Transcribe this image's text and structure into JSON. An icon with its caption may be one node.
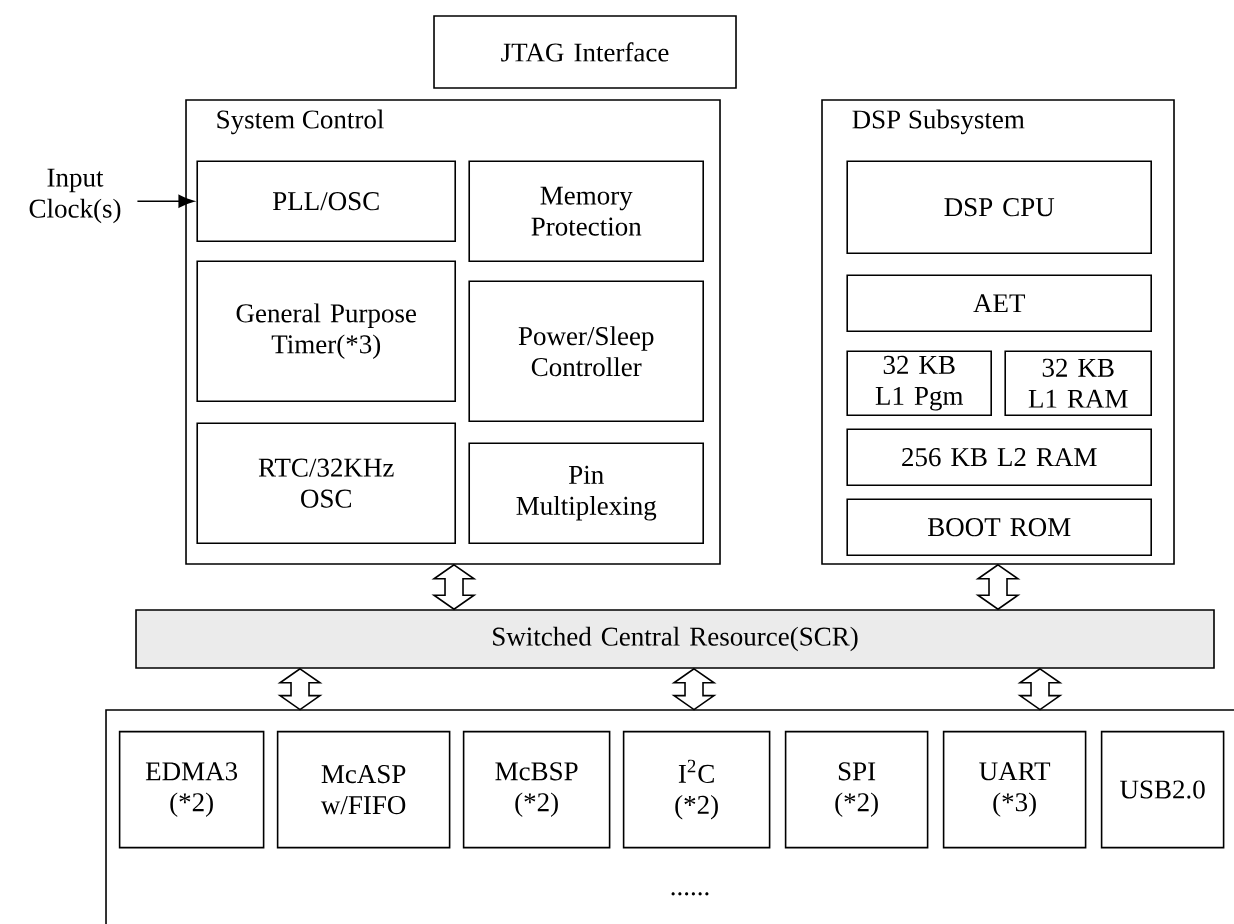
{
  "diagram": {
    "nodes": [
      {
        "text": [
          "JTAG Interface"
        ]
      },
      {
        "text": [
          "System Control"
        ]
      },
      {
        "text": [
          "PLL/OSC"
        ],
        "in": 1
      },
      {
        "text": [
          "Memory Protection"
        ],
        "in": 1
      },
      {
        "text": [
          "General Purpose Timer(*3)"
        ],
        "in": 1
      },
      {
        "text": [
          "Power/Sleep Controller"
        ],
        "in": 1
      },
      {
        "text": [
          "RTC/32KHz OSC"
        ],
        "in": 1
      },
      {
        "text": [
          "Pin Multiplexing"
        ],
        "in": 1
      },
      {
        "text": [
          "Input Clock(s)"
        ]
      },
      {
        "text": [
          "DSP Subsystem"
        ]
      },
      {
        "text": [
          "DSP CPU"
        ],
        "in": 9
      },
      {
        "text": [
          "AET"
        ],
        "in": 9
      },
      {
        "text": [
          "32 KB L1 Pgm"
        ],
        "in": 9
      },
      {
        "text": [
          "32 KB L1 RAM"
        ],
        "in": 9
      },
      {
        "text": [
          "256 KB L2 RAM"
        ],
        "in": 9
      },
      {
        "text": [
          "BOOT ROM"
        ],
        "in": 9
      },
      {
        "text": [
          "Switched Central Resource(SCR)"
        ]
      },
      {
        "text": [
          "......"
        ]
      },
      {
        "text": [
          "EDMA3 (*2)"
        ],
        "in": 17
      },
      {
        "text": [
          "McASP w/FIFO"
        ],
        "in": 17
      },
      {
        "text": [
          "McBSP (*2)"
        ],
        "in": 17
      },
      {
        "text": [
          "I$^{2}$C (*2)"
        ],
        "in": 17
      },
      {
        "text": [
          "SPI (*2)"
        ],
        "in": 17
      },
      {
        "text": [
          "UART (*3)"
        ],
        "in": 17
      },
      {
        "text": [
          "USB2.0"
        ],
        "in": 17
      }
    ],
    "edges": [
      {
        "from": 8,
        "to": 2,
        "arrow": "to"
      },
      {
        "from": 1,
        "to": 16,
        "arrow": "both",
        "style": "thick"
      },
      {
        "from": 9,
        "to": 16,
        "arrow": "both",
        "style": "thick"
      },
      {
        "from": 16,
        "to": 17,
        "arrow": "both",
        "style": "thick"
      },
      {
        "from": 16,
        "to": 17,
        "arrow": "both",
        "style": "thick"
      },
      {
        "from": 16,
        "to": 17,
        "arrow": "both",
        "style": "thick"
      }
    ]
  }
}
